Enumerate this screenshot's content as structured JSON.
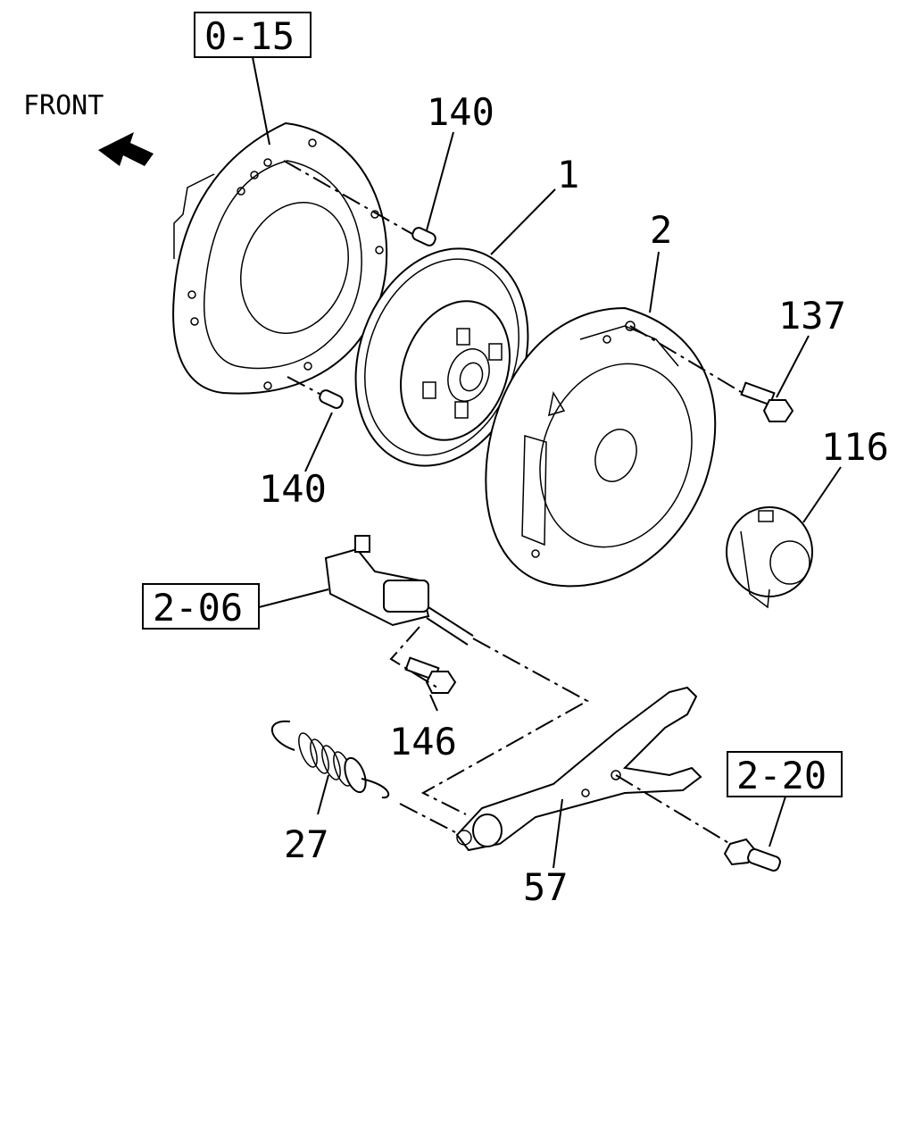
{
  "front_label": "FRONT",
  "callouts": {
    "ref_0_15": "0-15",
    "ref_2_06": "2-06",
    "ref_2_20": "2-20",
    "p140_top": "140",
    "p140_bottom": "140",
    "p1": "1",
    "p2": "2",
    "p137": "137",
    "p116": "116",
    "p146": "146",
    "p27": "27",
    "p57": "57"
  }
}
